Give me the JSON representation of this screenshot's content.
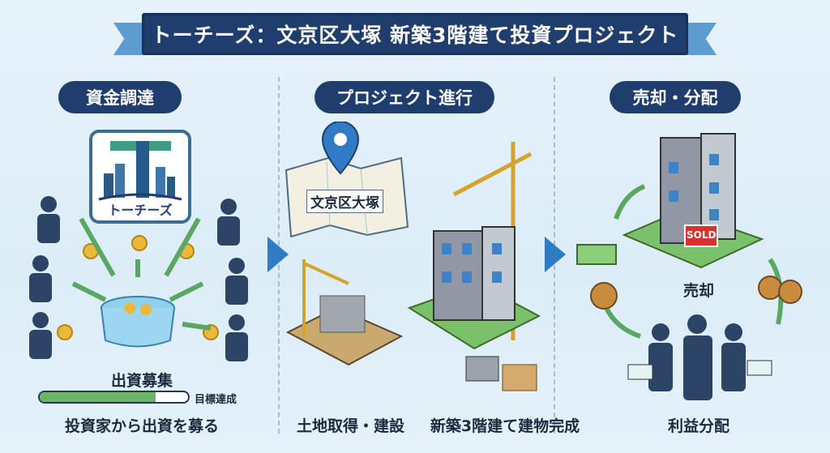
{
  "title": "トーチーズ：文京区大塚 新築3階建て投資プロジェクト",
  "sections": [
    {
      "header": "資金調達",
      "logo_text": "トーチーズ",
      "step_label": "出資募集",
      "progress_label": "目標達成",
      "progress_percent": 78,
      "caption": "投資家から出資を募る"
    },
    {
      "header": "プロジェクト進行",
      "map_label": "文京区大塚",
      "caption_left": "土地取得・建設",
      "caption_right": "新築3階建て建物完成"
    },
    {
      "header": "売却・分配",
      "sign_text": "SOLD",
      "step_label": "売却",
      "caption": "利益分配"
    }
  ],
  "colors": {
    "navy": "#1f3d6d",
    "accent_blue": "#2f7cc4",
    "green": "#6bb46a",
    "background": "#e3f0f9"
  }
}
